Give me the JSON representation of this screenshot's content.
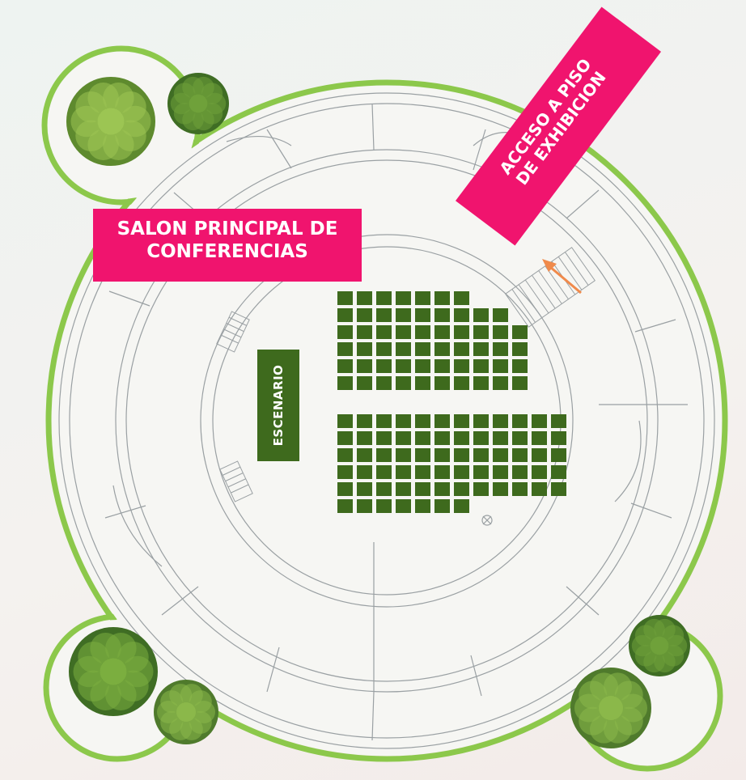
{
  "labels": {
    "salon": "SALON PRINCIPAL DE\nCONFERENCIAS",
    "acceso": "ACCESO  A PISO\nDE EXHIBICION",
    "escenario": "ESCENARIO"
  },
  "colors": {
    "label_bg": "#f0146e",
    "seat": "#3e6a1d",
    "stage": "#3e6a1d",
    "outline_green": "#8cc84b",
    "line_gray": "#9aa0a3",
    "arrow": "#f08a4b"
  },
  "icons": [
    "tree-icon",
    "arrow-icon",
    "column-marker-icon",
    "stairs-icon"
  ],
  "seating": {
    "upper_block_rows_per_column": [
      6,
      6,
      6,
      6,
      6,
      6,
      6,
      5,
      5,
      4
    ],
    "lower_block_rows_per_column": [
      6,
      6,
      6,
      6,
      6,
      6,
      6,
      5,
      5,
      5,
      5,
      5
    ]
  }
}
